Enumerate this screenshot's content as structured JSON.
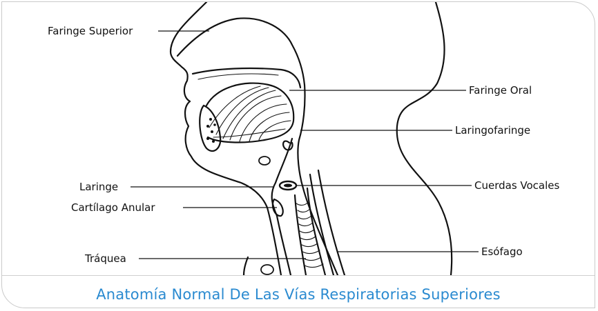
{
  "caption": "Anatomía Normal De Las Vías Respiratorias Superiores",
  "labels": {
    "faringe_superior": "Faringe Superior",
    "faringe_oral": "Faringe Oral",
    "laringofaringe": "Laringofaringe",
    "laringe": "Laringe",
    "cuerdas_vocales": "Cuerdas Vocales",
    "cartilago_anular": "Cartílago Anular",
    "esofago": "Esófago",
    "traquea": "Tráquea"
  },
  "colors": {
    "caption": "#2a8ad0",
    "border": "#c9c9c9",
    "ink": "#111111"
  }
}
